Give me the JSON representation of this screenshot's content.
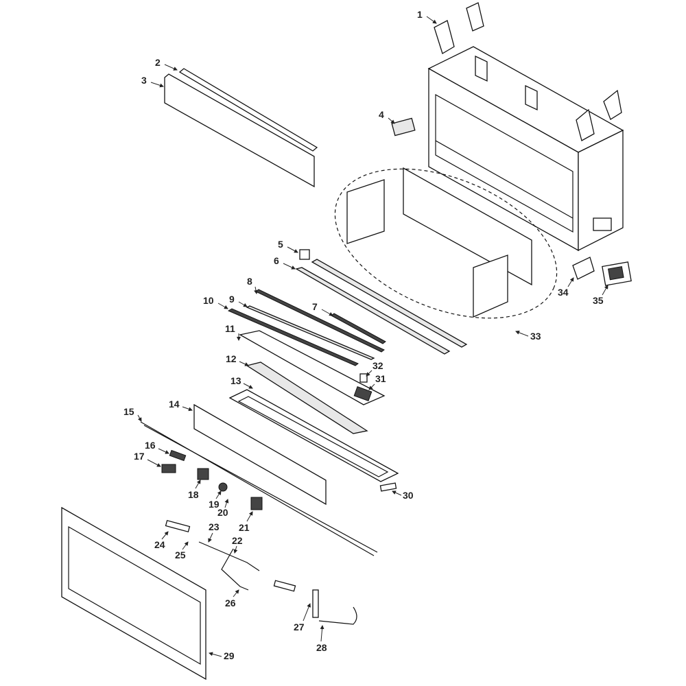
{
  "diagram": {
    "type": "exploded-parts-diagram",
    "labels": [
      "1",
      "2",
      "3",
      "4",
      "5",
      "6",
      "7",
      "8",
      "9",
      "10",
      "11",
      "12",
      "13",
      "14",
      "15",
      "16",
      "17",
      "18",
      "19",
      "20",
      "21",
      "22",
      "23",
      "24",
      "25",
      "26",
      "27",
      "28",
      "29",
      "30",
      "31",
      "32",
      "33",
      "34",
      "35"
    ]
  }
}
